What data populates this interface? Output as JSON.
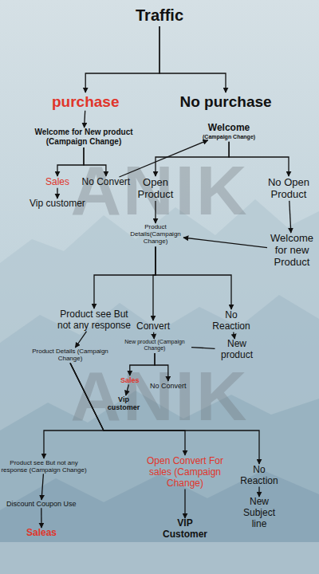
{
  "diagram": {
    "nodes": [
      {
        "text": [
          "Traffic"
        ]
      },
      {
        "text": [
          "purchase"
        ]
      },
      {
        "text": [
          "No purchase"
        ]
      },
      {
        "text": [
          "Welcome for New product (Campaign Change)"
        ]
      },
      {
        "text": [
          "Welcome",
          "(Campaign Change)"
        ]
      },
      {
        "text": [
          "Sales"
        ]
      },
      {
        "text": [
          "No Convert"
        ]
      },
      {
        "text": [
          "Vip customer"
        ]
      },
      {
        "text": [
          "Open Product"
        ]
      },
      {
        "text": [
          "No Open Product"
        ]
      },
      {
        "text": [
          "Product Details(Campaign Change)"
        ]
      },
      {
        "text": [
          "Welcome for new Product"
        ]
      },
      {
        "text": [
          "Product see But not any response"
        ]
      },
      {
        "text": [
          "Convert"
        ]
      },
      {
        "text": [
          "No Reaction"
        ]
      },
      {
        "text": [
          "Product Details (Campaign Change)"
        ]
      },
      {
        "text": [
          "New product (Campaign Change)"
        ]
      },
      {
        "text": [
          "New product"
        ]
      },
      {
        "text": [
          "Sales"
        ]
      },
      {
        "text": [
          "No Convert"
        ]
      },
      {
        "text": [
          "Vip customer"
        ]
      },
      {
        "text": [
          "Product see But not any response (Campaign Change)"
        ]
      },
      {
        "text": [
          "Discount Coupon Use"
        ]
      },
      {
        "text": [
          "Saleas"
        ]
      },
      {
        "text": [
          "Open Convert For sales (Campaign Change)"
        ]
      },
      {
        "text": [
          "VIP Customer"
        ]
      },
      {
        "text": [
          "No Reaction"
        ]
      },
      {
        "text": [
          "New Subject line"
        ]
      }
    ],
    "edges": [
      {
        "from": 0,
        "to": 1,
        "arrow": "to"
      },
      {
        "from": 0,
        "to": 2,
        "arrow": "to"
      },
      {
        "from": 1,
        "to": 3,
        "arrow": "to"
      },
      {
        "from": 3,
        "to": 5,
        "arrow": "to"
      },
      {
        "from": 3,
        "to": 6,
        "arrow": "to"
      },
      {
        "from": 6,
        "to": 4,
        "arrow": "to"
      },
      {
        "from": 5,
        "to": 7,
        "arrow": "to"
      },
      {
        "from": 4,
        "to": 8,
        "arrow": "to"
      },
      {
        "from": 4,
        "to": 9,
        "arrow": "to"
      },
      {
        "from": 8,
        "to": 10,
        "arrow": "to"
      },
      {
        "from": 9,
        "to": 11,
        "arrow": "to"
      },
      {
        "from": 11,
        "to": 10,
        "arrow": "to"
      },
      {
        "from": 10,
        "to": 12,
        "arrow": "to"
      },
      {
        "from": 10,
        "to": 13,
        "arrow": "to"
      },
      {
        "from": 10,
        "to": 14,
        "arrow": "to"
      },
      {
        "from": 12,
        "to": 15,
        "arrow": "to"
      },
      {
        "from": 13,
        "to": 16,
        "arrow": "to"
      },
      {
        "from": 14,
        "to": 17,
        "arrow": "to"
      },
      {
        "from": 17,
        "to": 16,
        "arrow": "none"
      },
      {
        "from": 16,
        "to": 18,
        "arrow": "to"
      },
      {
        "from": 16,
        "to": 19,
        "arrow": "to"
      },
      {
        "from": 18,
        "to": 20,
        "arrow": "to"
      },
      {
        "from": 15,
        "to": 21,
        "arrow": "to"
      },
      {
        "from": 15,
        "to": 24,
        "arrow": "to"
      },
      {
        "from": 15,
        "to": 26,
        "arrow": "to"
      },
      {
        "from": 21,
        "to": 22,
        "arrow": "to"
      },
      {
        "from": 22,
        "to": 23,
        "arrow": "to"
      },
      {
        "from": 24,
        "to": 25,
        "arrow": "to"
      },
      {
        "from": 26,
        "to": 27,
        "arrow": "to"
      }
    ],
    "labels": [
      "ANIK",
      "ANIK"
    ]
  }
}
